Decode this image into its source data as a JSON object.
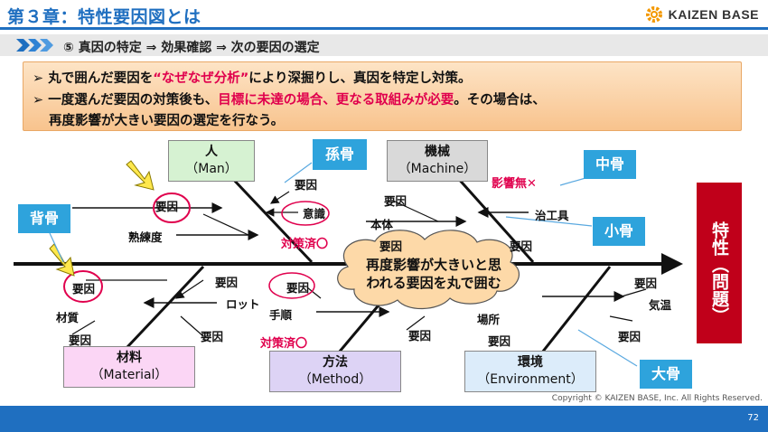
{
  "header": {
    "title": "第３章：特性要因図とは",
    "brand": "KAIZEN BASE",
    "subtitle": "⑤ 真因の特定 ⇒ 効果確認 ⇒ 次の要因の選定"
  },
  "note": {
    "line1_pre": "➢  丸で囲んだ要因を",
    "line1_red": "“なぜなぜ分析”",
    "line1_post": "により深掘りし、真因を特定し対策。",
    "line2_pre": "➢  一度選んだ要因の対策後も、",
    "line2_red": "目標に未達の場合、更なる取組みが必要",
    "line2_post": "。その場合は、",
    "line3": "再度影響が大きい要因の選定を行なう。"
  },
  "diagram": {
    "categories": {
      "man": {
        "jp": "人",
        "en": "（Man）"
      },
      "machine": {
        "jp": "機械",
        "en": "（Machine）"
      },
      "material": {
        "jp": "材料",
        "en": "（Material）"
      },
      "method": {
        "jp": "方法",
        "en": "（Method）"
      },
      "environment": {
        "jp": "環境",
        "en": "（Environment）"
      }
    },
    "effect": "特性（問題）",
    "tags": {
      "grandchild": "孫骨",
      "middle": "中骨",
      "small": "小骨",
      "backbone": "背骨",
      "large": "大骨"
    },
    "factor": "要因",
    "labels": {
      "skill": "熟練度",
      "awareness": "意識",
      "body": "本体",
      "jig": "治工具",
      "quality": "材質",
      "lot": "ロット",
      "procedure": "手順",
      "place": "場所",
      "temperature": "気温"
    },
    "no_effect": "影響無✕",
    "countermeasured": "対策済〇",
    "cloud": [
      "再度影響が大きいと思",
      "われる要因を丸で囲む"
    ]
  },
  "footer": {
    "copyright": "Copyright ©  KAIZEN BASE, Inc.  All Rights Reserved.",
    "page": "72"
  }
}
